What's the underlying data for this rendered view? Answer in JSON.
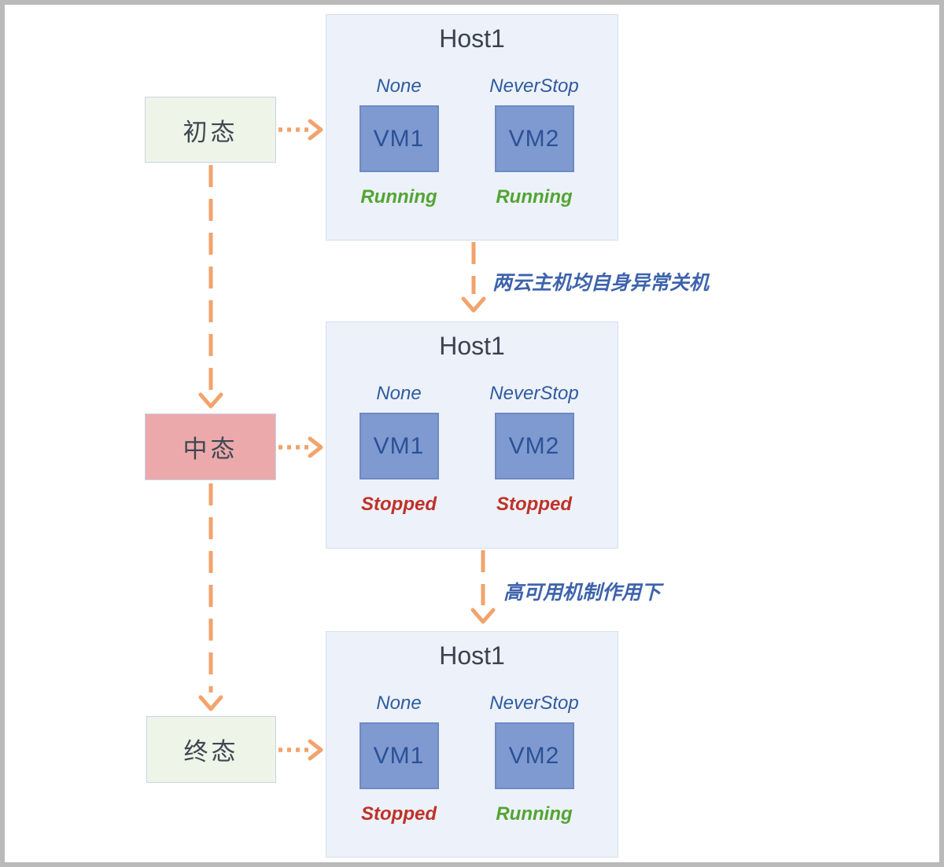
{
  "diagram": {
    "states": [
      {
        "id": "initial",
        "label": "初态"
      },
      {
        "id": "middle",
        "label": "中态"
      },
      {
        "id": "final",
        "label": "终态"
      }
    ],
    "hosts": [
      {
        "title": "Host1",
        "vms": [
          {
            "policy": "None",
            "name": "VM1",
            "status": "Running"
          },
          {
            "policy": "NeverStop",
            "name": "VM2",
            "status": "Running"
          }
        ]
      },
      {
        "title": "Host1",
        "vms": [
          {
            "policy": "None",
            "name": "VM1",
            "status": "Stopped"
          },
          {
            "policy": "NeverStop",
            "name": "VM2",
            "status": "Stopped"
          }
        ]
      },
      {
        "title": "Host1",
        "vms": [
          {
            "policy": "None",
            "name": "VM1",
            "status": "Stopped"
          },
          {
            "policy": "NeverStop",
            "name": "VM2",
            "status": "Running"
          }
        ]
      }
    ],
    "transitions": [
      {
        "label": "两云主机均自身异常关机"
      },
      {
        "label": "高可用机制作用下"
      }
    ],
    "colors": {
      "arrow_orange": "#F2A36C",
      "running_green": "#52A534",
      "stopped_red": "#BE3229",
      "policy_blue": "#2E5BA0",
      "vm_fill_blue": "#7F9AD0",
      "vm_text_blue": "#2B5197",
      "state_green_fill": "#EEF4E8",
      "state_pink_fill": "#ECA9AC",
      "host_fill": "#EDF1F9",
      "frame_gray": "#BABABA"
    }
  }
}
